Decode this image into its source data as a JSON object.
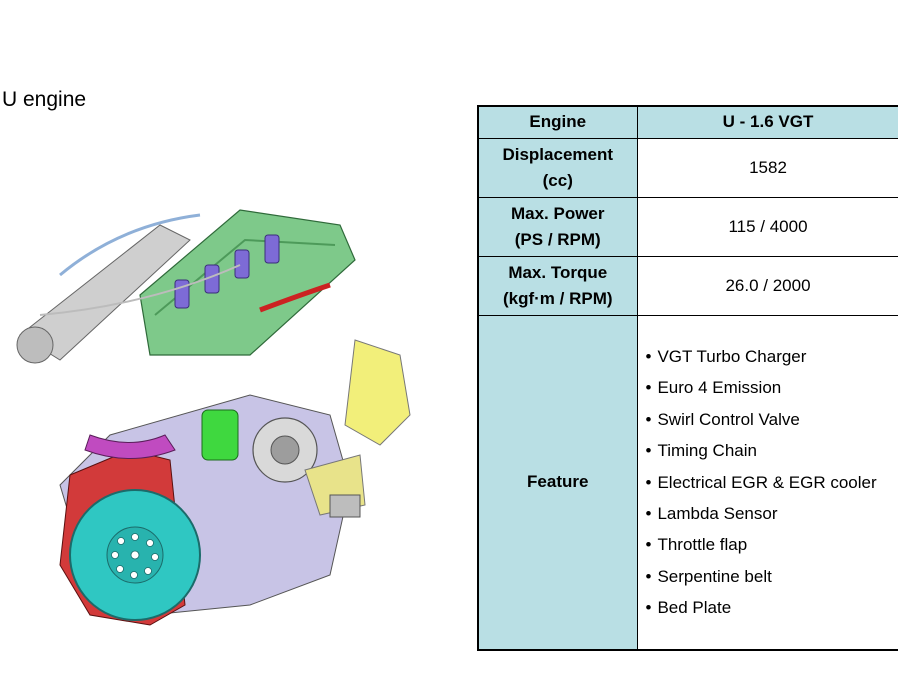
{
  "title": "U engine",
  "table": {
    "header": {
      "label": "Engine",
      "value": "U - 1.6 VGT"
    },
    "rows": [
      {
        "label_line1": "Displacement",
        "label_line2": "(cc)",
        "value": "1582"
      },
      {
        "label_line1": "Max. Power",
        "label_line2": "(PS / RPM)",
        "value": "115 / 4000"
      },
      {
        "label_line1": "Max. Torque",
        "label_line2": "(kgf·m / RPM)",
        "value": "26.0 / 2000"
      }
    ],
    "feature": {
      "label": "Feature",
      "items": [
        "VGT Turbo Charger",
        "Euro 4 Emission",
        "Swirl Control Valve",
        "Timing Chain",
        "Electrical EGR & EGR cooler",
        "Lambda Sensor",
        "Throttle flap",
        "Serpentine belt",
        "Bed Plate"
      ]
    }
  },
  "colors": {
    "header_fill": "#b9dfe4",
    "valve_cover": "#7ec98a",
    "flywheel": "#2fc7c2",
    "block": "#c8c4e6",
    "red_housing": "#d23a3a",
    "yellow_cat": "#f2ef7a"
  }
}
